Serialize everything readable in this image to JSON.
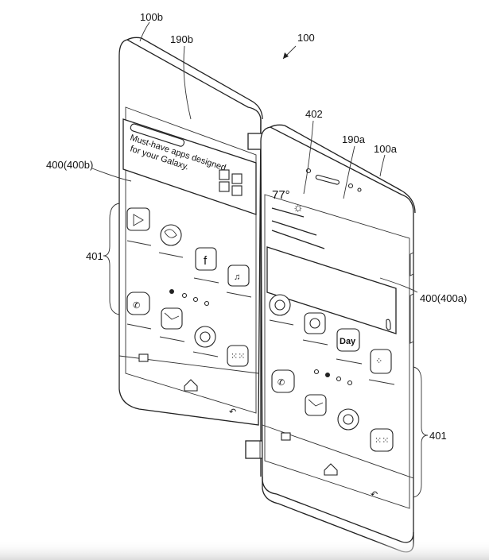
{
  "labels": {
    "device": "100",
    "body_b": "100b",
    "body_a": "100a",
    "side_b": "190b",
    "side_a": "190a",
    "display_b": "400(400b)",
    "display_a": "400(400a)",
    "clock_widget": "402",
    "icon_group_left": "401",
    "icon_group_right": "401"
  },
  "screen_b": {
    "banner_line1": "Must-have apps designed",
    "banner_line2": "for your Galaxy.",
    "app_icon_facebook": "f"
  },
  "screen_a": {
    "temperature": "77°",
    "app_icon_day": "Day"
  }
}
